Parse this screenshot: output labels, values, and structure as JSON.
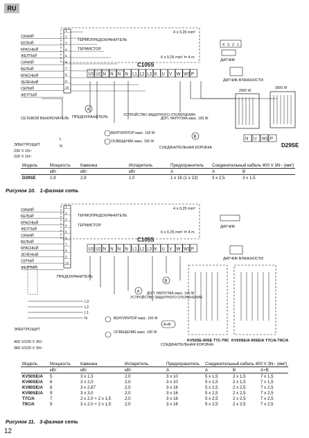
{
  "page": {
    "lang": "RU",
    "page_number": "12"
  },
  "diagram1": {
    "wires": [
      "СИНИЙ",
      "БЕЛЫЙ",
      "КРАСНЫЙ",
      "ЖЕЛТЫЙ",
      "СИНИЙ",
      "БЕЛЫЙ",
      "КРАСНЫЙ",
      "ЗЕЛЕНЫЙ",
      "СЕРЫЙ",
      "ЖЕЛТЫЙ"
    ],
    "terminals": [
      "1",
      "2",
      "3",
      "4",
      "5",
      "6",
      "7",
      "8",
      "9",
      "10"
    ],
    "thermo_fuse": "ТЕРМОПРЕДОХРАНИТЕЛЬ",
    "thermistor": "ТЕРМИСТОР",
    "cable_top": "4 x 0,25 mm²",
    "cable_mid": "6 x 0,25 mm²   l= 4 m",
    "controller": "C105S",
    "controller_terminals": [
      "U3",
      "U2",
      "N",
      "N",
      "N",
      "N",
      "L1",
      "L2",
      "L3",
      "K",
      "U",
      "V",
      "W",
      "W1",
      "P"
    ],
    "sensor": "ДАТЧИК",
    "sensor_terminals": [
      "4",
      "3",
      "2",
      "1"
    ],
    "humidity_sensor": "ДАТЧИК ВЛАЖНОСТИ",
    "power_2000": "2000 W",
    "power_3000": "3000 W",
    "main_switch": "СЕТЕВОЙ ВЫКЛЮЧАТЕЛЬ",
    "fuse": "ПРЕДОХРАНИТЕЛЬ",
    "rcd": "УСТРОЙСТВО ЗАЩИТНОГО ОТКЛЮЧЕНИЯ",
    "fan": "ВЕНТИЛЯТОР макс. 100 W",
    "light": "ОСВЕЩЕНИЕ макс. 100 W",
    "extra_load": "ДОП. НАГРУЗКА макс. 100 W",
    "junction_box": "СОЕДИНИТЕЛЬНАЯ КОРОБКА",
    "supply_title": "ЭЛЕКТРОЩИТ",
    "supply_1": "230 V 1N~",
    "supply_2": "220 V 1N~",
    "model": "D29SE",
    "model_terminals": [
      "N",
      "U",
      "W1",
      "P"
    ],
    "label_A": "A",
    "label_B": "B",
    "phase_L": "L",
    "phase_N": "N"
  },
  "table1": {
    "headers": [
      "Модель",
      "Мощность",
      "Каменка",
      "Испаритель",
      "Предохранитель",
      "Соединительный кабель 400 V 3N~ (мм²)"
    ],
    "units": [
      "",
      "кВт",
      "кВт",
      "кВт",
      "А",
      "A",
      "B"
    ],
    "rows": [
      [
        "D29SE",
        "2,9",
        "2,9",
        "1,0",
        "1 x 16 (1 x 13)",
        "3 x 2,5",
        "3 x 1,5"
      ]
    ]
  },
  "caption1": {
    "number": "Рисунок 10.",
    "title": "1-фазная сеть"
  },
  "diagram2": {
    "wires": [
      "СИНИЙ",
      "БЕЛЫЙ",
      "КРАСНЫЙ",
      "ЖЕЛТЫЙ",
      "СИНИЙ",
      "БЕЛЫЙ",
      "КРАСНЫЙ",
      "ЗЕЛЕНЫЙ",
      "СЕРЫЙ",
      "ЖЕЛТЫЙ"
    ],
    "thermo_fuse": "ТЕРМОПРЕДОХРАНИТЕЛЬ",
    "thermistor": "ТЕРМИСТОР",
    "cable_top": "4 x 0,25 mm²",
    "cable_mid": "6 x 0,25 mm²   l= 4 m",
    "controller": "C105S",
    "controller_terminals": [
      "U3",
      "U2",
      "N",
      "N",
      "N",
      "N",
      "L1",
      "L2",
      "L3",
      "K",
      "U",
      "V",
      "W",
      "W1",
      "P"
    ],
    "sensor": "ДАТЧИК",
    "humidity_sensor": "ДАТЧИК ВЛАЖНОСТИ",
    "fuse": "ПРЕДОХРАНИТЕЛЬ",
    "rcd": "УСТРОЙСТВО ЗАЩИТНОГО ОТКЛЮЧЕНИЯ",
    "fan": "ВЕНТИЛЯТОР макс. 100 W",
    "light": "ОСВЕЩЕНИЕ макс. 100 W",
    "extra_load": "ДОП. НАГРУЗКА макс. 100 W",
    "junction_box": "СОЕДИНИТЕЛЬНАЯ КОРОБКА",
    "supply_title": "ЭЛЕКТРОЩИТ",
    "supply_1": "400 V/230 V 3N~",
    "supply_2": "380 V/220 V 3N~",
    "phases": [
      "L3",
      "L2",
      "L1",
      "N"
    ],
    "model_left": "KV50SE-90SE T7C-T9C",
    "model_right": "KV50SE/A-90SE/A T7C/A-T9C/A",
    "label_AB": "A+B",
    "label_A": "A",
    "label_B": "B"
  },
  "table2": {
    "headers": [
      "Модель",
      "Мощность",
      "Каменка",
      "Испаритель",
      "Предохранитель",
      "Соединительный кабель 400 V 3N~ (мм²)"
    ],
    "units": [
      "",
      "кВт",
      "кВт",
      "кВт",
      "А",
      "A",
      "B",
      "A+B"
    ],
    "rows": [
      [
        "KV50SE/A",
        "5",
        "3 x 1,5",
        "2,0",
        "3 x 10",
        "5 x 1,5",
        "2 x 1,5",
        "7 x 1,5"
      ],
      [
        "KV60SE/A",
        "6",
        "3 x 2,0",
        "2,0",
        "3 x 10",
        "5 x 1,5",
        "2 x 1,5",
        "7 x 1,5"
      ],
      [
        "KV80SE/A",
        "8",
        "3 x 2,67",
        "2,0",
        "3 x 16",
        "5 x 2,5",
        "2 x 2,5",
        "7 x 2,5"
      ],
      [
        "KV90SE/A",
        "9",
        "3 x 3,0",
        "2,0",
        "3 x 16",
        "5 x 2,5",
        "2 x 2,5",
        "7 x 2,5"
      ],
      [
        "T7C/A",
        "7",
        "2 x 2,0 + 2 x 1,5",
        "2,0",
        "3 x 16",
        "5 x 2,5",
        "2 x 2,5",
        "7 x 2,5"
      ],
      [
        "T9C/A",
        "9",
        "3 x 2,0 + 2 x 1,5",
        "2,0",
        "3 x 16",
        "5 x 2,5",
        "2 x 2,5",
        "7 x 2,5"
      ]
    ]
  },
  "caption2": {
    "number": "Рисунок 11.",
    "title": "3-фазная сеть"
  }
}
